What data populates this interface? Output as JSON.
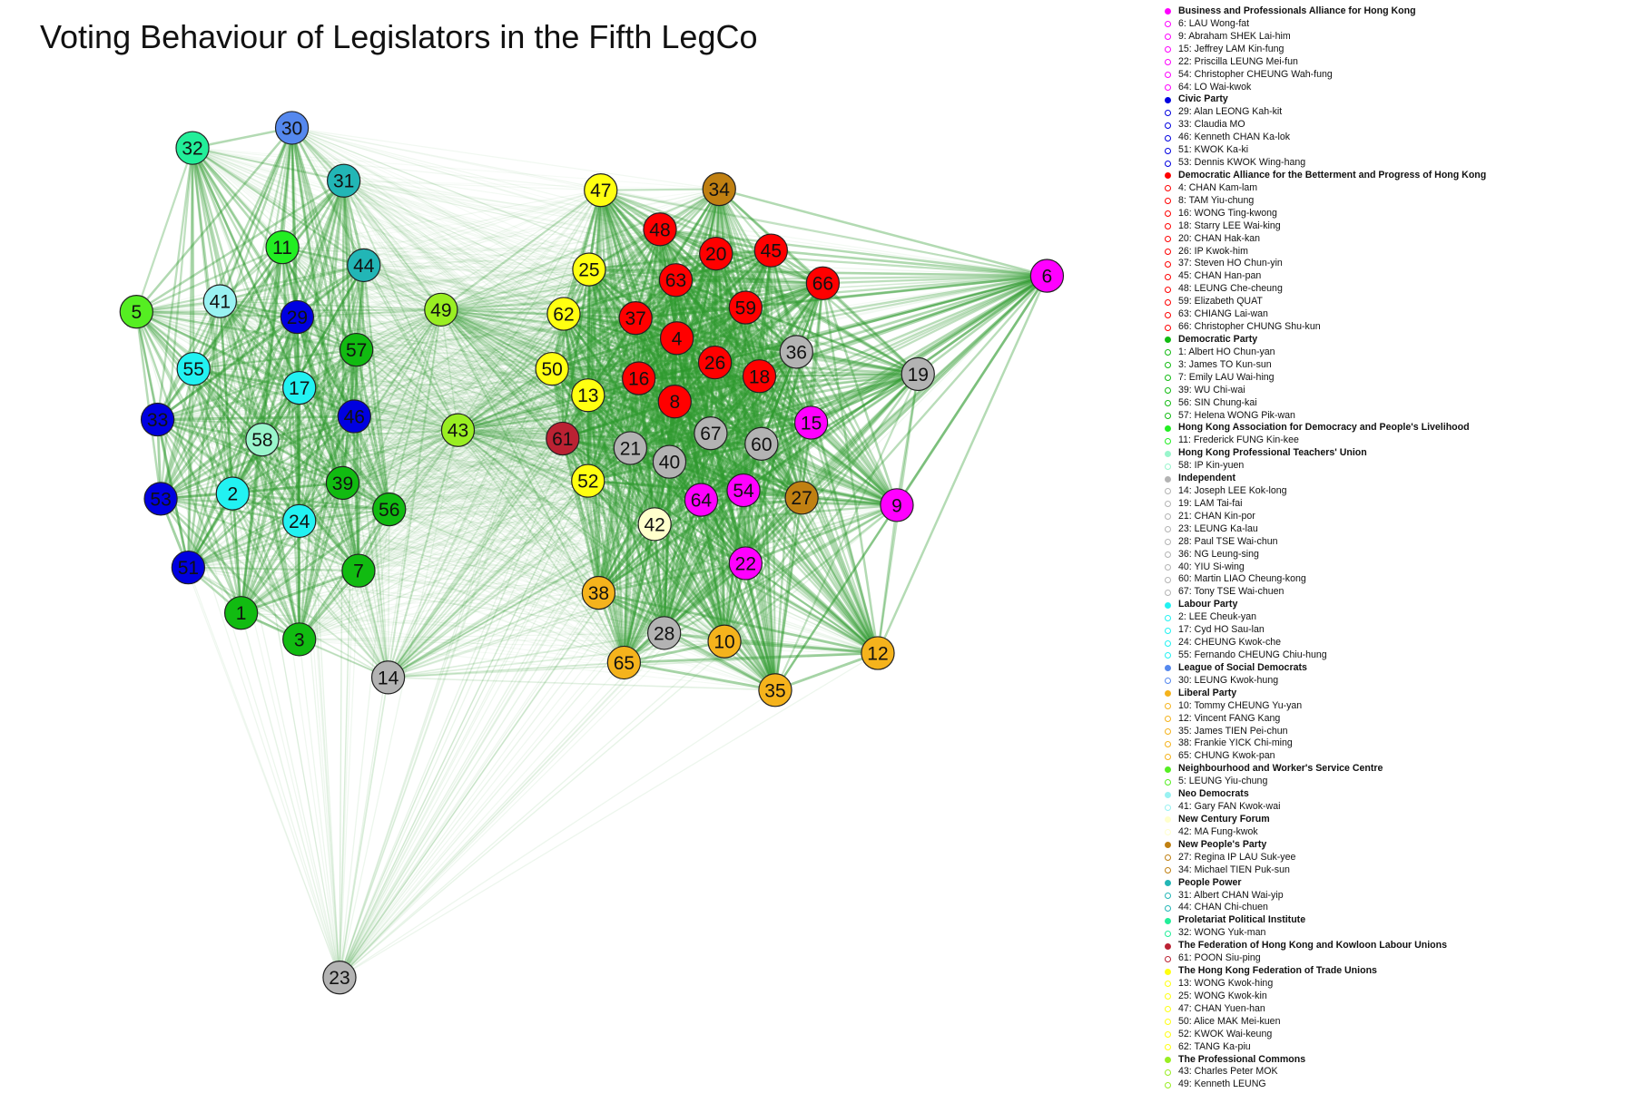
{
  "title": "Voting Behaviour of Legislators in the Fifth LegCo",
  "edge_color": "#2e9a2e",
  "node_stroke": "#222222",
  "groups": [
    {
      "name": "Business and Professionals Alliance for Hong Kong",
      "color": "#ff00ff",
      "members": [
        {
          "id": "6",
          "label": "6: LAU Wong-fat"
        },
        {
          "id": "9",
          "label": "9: Abraham SHEK Lai-him"
        },
        {
          "id": "15",
          "label": "15: Jeffrey LAM Kin-fung"
        },
        {
          "id": "22",
          "label": "22: Priscilla LEUNG Mei-fun"
        },
        {
          "id": "54",
          "label": "54: Christopher CHEUNG Wah-fung"
        },
        {
          "id": "64",
          "label": "64: LO Wai-kwok"
        }
      ]
    },
    {
      "name": "Civic Party",
      "color": "#0000e0",
      "members": [
        {
          "id": "29",
          "label": "29: Alan LEONG Kah-kit"
        },
        {
          "id": "33",
          "label": "33: Claudia MO"
        },
        {
          "id": "46",
          "label": "46: Kenneth CHAN Ka-lok"
        },
        {
          "id": "51",
          "label": "51: KWOK Ka-ki"
        },
        {
          "id": "53",
          "label": "53: Dennis KWOK Wing-hang"
        }
      ]
    },
    {
      "name": "Democratic Alliance for the Betterment and Progress of Hong Kong",
      "color": "#ff0000",
      "members": [
        {
          "id": "4",
          "label": "4: CHAN Kam-lam"
        },
        {
          "id": "8",
          "label": "8: TAM Yiu-chung"
        },
        {
          "id": "16",
          "label": "16: WONG Ting-kwong"
        },
        {
          "id": "18",
          "label": "18: Starry LEE Wai-king"
        },
        {
          "id": "20",
          "label": "20: CHAN Hak-kan"
        },
        {
          "id": "26",
          "label": "26: IP Kwok-him"
        },
        {
          "id": "37",
          "label": "37: Steven HO Chun-yin"
        },
        {
          "id": "45",
          "label": "45: CHAN Han-pan"
        },
        {
          "id": "48",
          "label": "48: LEUNG Che-cheung"
        },
        {
          "id": "59",
          "label": "59: Elizabeth QUAT"
        },
        {
          "id": "63",
          "label": "63: CHIANG Lai-wan"
        },
        {
          "id": "66",
          "label": "66: Christopher CHUNG Shu-kun"
        }
      ]
    },
    {
      "name": "Democratic Party",
      "color": "#11bb11",
      "members": [
        {
          "id": "1",
          "label": "1: Albert HO Chun-yan"
        },
        {
          "id": "3",
          "label": "3: James TO Kun-sun"
        },
        {
          "id": "7",
          "label": "7: Emily LAU Wai-hing"
        },
        {
          "id": "39",
          "label": "39: WU Chi-wai"
        },
        {
          "id": "56",
          "label": "56: SIN Chung-kai"
        },
        {
          "id": "57",
          "label": "57: Helena WONG Pik-wan"
        }
      ]
    },
    {
      "name": "Hong Kong Association for Democracy and People's Livelihood",
      "color": "#22ee22",
      "members": [
        {
          "id": "11",
          "label": "11: Frederick FUNG Kin-kee"
        }
      ]
    },
    {
      "name": "Hong Kong Professional Teachers' Union",
      "color": "#99f5cc",
      "members": [
        {
          "id": "58",
          "label": "58: IP Kin-yuen"
        }
      ]
    },
    {
      "name": "Independent",
      "color": "#b3b3b3",
      "members": [
        {
          "id": "14",
          "label": "14: Joseph LEE Kok-long"
        },
        {
          "id": "19",
          "label": "19: LAM Tai-fai"
        },
        {
          "id": "21",
          "label": "21: CHAN Kin-por"
        },
        {
          "id": "23",
          "label": "23: LEUNG Ka-lau"
        },
        {
          "id": "28",
          "label": "28: Paul TSE Wai-chun"
        },
        {
          "id": "36",
          "label": "36: NG Leung-sing"
        },
        {
          "id": "40",
          "label": "40: YIU Si-wing"
        },
        {
          "id": "60",
          "label": "60: Martin LIAO Cheung-kong"
        },
        {
          "id": "67",
          "label": "67: Tony TSE Wai-chuen"
        }
      ]
    },
    {
      "name": "Labour Party",
      "color": "#22f2f2",
      "members": [
        {
          "id": "2",
          "label": "2: LEE Cheuk-yan"
        },
        {
          "id": "17",
          "label": "17: Cyd HO Sau-lan"
        },
        {
          "id": "24",
          "label": "24: CHEUNG Kwok-che"
        },
        {
          "id": "55",
          "label": "55: Fernando CHEUNG Chiu-hung"
        }
      ]
    },
    {
      "name": "League of Social Democrats",
      "color": "#5588ee",
      "members": [
        {
          "id": "30",
          "label": "30: LEUNG Kwok-hung"
        }
      ]
    },
    {
      "name": "Liberal Party",
      "color": "#f5b31c",
      "members": [
        {
          "id": "10",
          "label": "10: Tommy CHEUNG Yu-yan"
        },
        {
          "id": "12",
          "label": "12: Vincent FANG Kang"
        },
        {
          "id": "35",
          "label": "35: James TIEN Pei-chun"
        },
        {
          "id": "38",
          "label": "38: Frankie YICK Chi-ming"
        },
        {
          "id": "65",
          "label": "65: CHUNG Kwok-pan"
        }
      ]
    },
    {
      "name": "Neighbourhood and Worker's Service Centre",
      "color": "#55ee22",
      "members": [
        {
          "id": "5",
          "label": "5: LEUNG Yiu-chung"
        }
      ]
    },
    {
      "name": "Neo Democrats",
      "color": "#99f2f2",
      "members": [
        {
          "id": "41",
          "label": "41: Gary FAN Kwok-wai"
        }
      ]
    },
    {
      "name": "New Century Forum",
      "color": "#ffffcc",
      "members": [
        {
          "id": "42",
          "label": "42: MA Fung-kwok"
        }
      ]
    },
    {
      "name": "New People's Party",
      "color": "#c08012",
      "members": [
        {
          "id": "27",
          "label": "27: Regina IP LAU Suk-yee"
        },
        {
          "id": "34",
          "label": "34: Michael TIEN Puk-sun"
        }
      ]
    },
    {
      "name": "People Power",
      "color": "#22b6b6",
      "members": [
        {
          "id": "31",
          "label": "31: Albert CHAN Wai-yip"
        },
        {
          "id": "44",
          "label": "44: CHAN Chi-chuen"
        }
      ]
    },
    {
      "name": "Proletariat Political Institute",
      "color": "#22ee99",
      "members": [
        {
          "id": "32",
          "label": "32: WONG Yuk-man"
        }
      ]
    },
    {
      "name": "The Federation of Hong Kong and Kowloon Labour Unions",
      "color": "#bb2233",
      "members": [
        {
          "id": "61",
          "label": "61: POON Siu-ping"
        }
      ]
    },
    {
      "name": "The Hong Kong Federation of Trade Unions",
      "color": "#ffff11",
      "members": [
        {
          "id": "13",
          "label": "13: WONG Kwok-hing"
        },
        {
          "id": "25",
          "label": "25: WONG Kwok-kin"
        },
        {
          "id": "47",
          "label": "47: CHAN Yuen-han"
        },
        {
          "id": "50",
          "label": "50: Alice MAK Mei-kuen"
        },
        {
          "id": "52",
          "label": "52: KWOK Wai-keung"
        },
        {
          "id": "62",
          "label": "62: TANG Ka-piu"
        }
      ]
    },
    {
      "name": "The Professional Commons",
      "color": "#99ee22",
      "members": [
        {
          "id": "43",
          "label": "43: Charles Peter MOK"
        },
        {
          "id": "49",
          "label": "49: Kenneth LEUNG"
        }
      ]
    }
  ]
}
